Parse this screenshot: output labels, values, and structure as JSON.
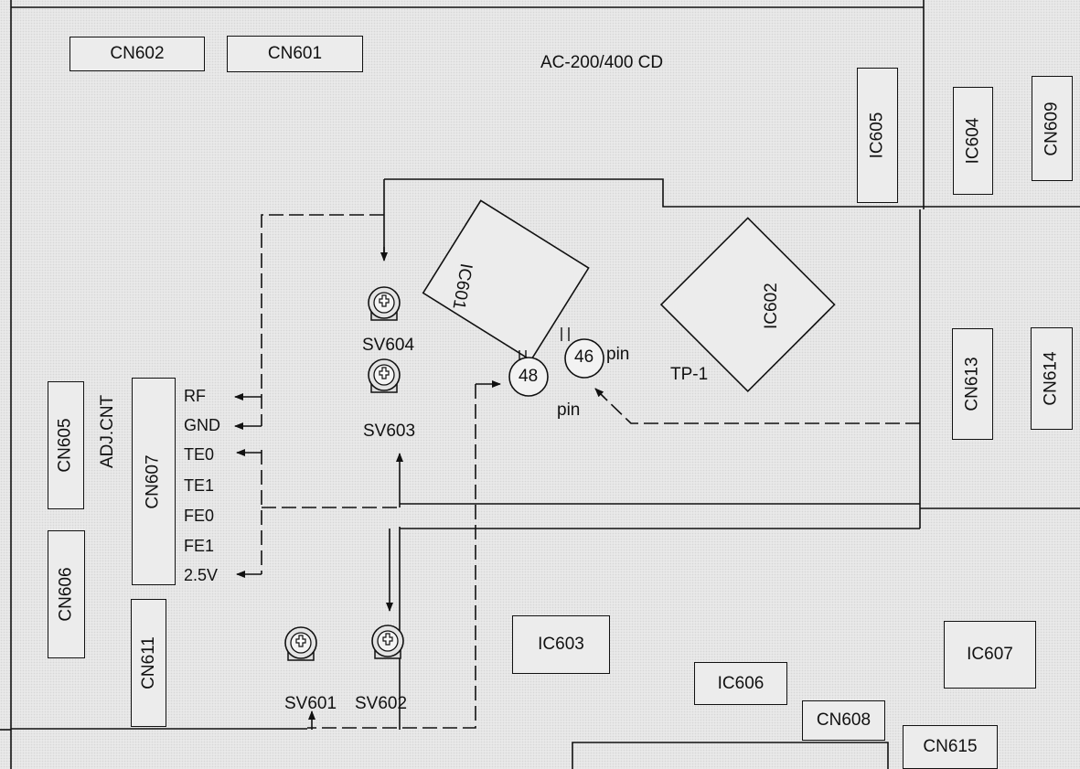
{
  "board": {
    "model": "AC-200/400 CD",
    "adj_label": "ADJ.CNT",
    "tp": "TP-1"
  },
  "signals": [
    "RF",
    "GND",
    "TE0",
    "TE1",
    "FE0",
    "FE1",
    "2.5V"
  ],
  "chips": {
    "cn601": "CN601",
    "cn602": "CN602",
    "cn605": "CN605",
    "cn606": "CN606",
    "cn607": "CN607",
    "cn608": "CN608",
    "cn609": "CN609",
    "cn611": "CN611",
    "cn613": "CN613",
    "cn614": "CN614",
    "cn615": "CN615",
    "ic601": "IC601",
    "ic602": "IC602",
    "ic603": "IC603",
    "ic604": "IC604",
    "ic605": "IC605",
    "ic606": "IC606",
    "ic607": "IC607"
  },
  "volumes": {
    "sv601": "SV601",
    "sv602": "SV602",
    "sv603": "SV603",
    "sv604": "SV604"
  },
  "pins": {
    "p46": "46",
    "p48": "48",
    "pin_a": "pin",
    "pin_b": "pin"
  }
}
